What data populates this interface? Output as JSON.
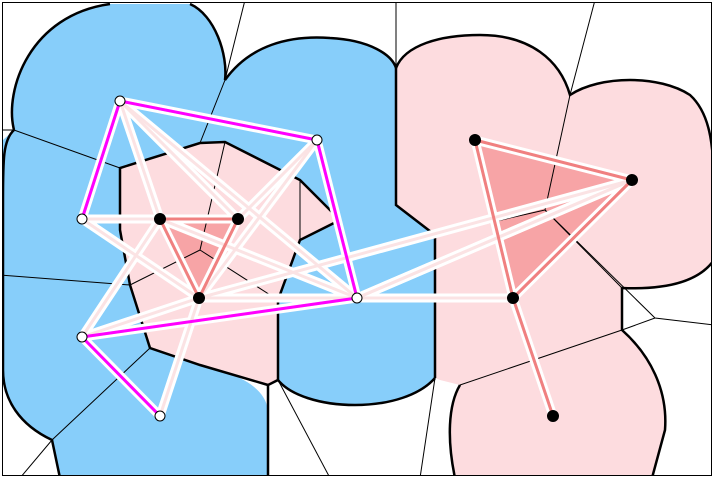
{
  "diagram": {
    "colors": {
      "background": "#ffffff",
      "blue_region": "#87cefa",
      "pink_region": "#fddcdf",
      "triangle_fill": "#f7a4a6",
      "region_outline": "#000000",
      "voronoi_edge": "#000000",
      "mst_path": "#ff00ff",
      "edge_casing": "#ffffff",
      "edge_core": "#fbe3e4",
      "pink_edge": "#f08080",
      "filled_vertex": "#000000",
      "hollow_vertex": "#ffffff"
    },
    "vertices": [
      {
        "id": "h1",
        "kind": "hollow"
      },
      {
        "id": "h2",
        "kind": "hollow"
      },
      {
        "id": "h3",
        "kind": "hollow"
      },
      {
        "id": "h4",
        "kind": "hollow"
      },
      {
        "id": "h5",
        "kind": "hollow"
      },
      {
        "id": "h6",
        "kind": "hollow"
      },
      {
        "id": "f1",
        "kind": "filled"
      },
      {
        "id": "f2",
        "kind": "filled"
      },
      {
        "id": "f3",
        "kind": "filled"
      },
      {
        "id": "f4",
        "kind": "filled"
      },
      {
        "id": "f5",
        "kind": "filled"
      },
      {
        "id": "f6",
        "kind": "filled"
      },
      {
        "id": "f7",
        "kind": "filled"
      }
    ],
    "edges": [
      {
        "from": "h1",
        "to": "h2",
        "style": "mst"
      },
      {
        "from": "h1",
        "to": "h5",
        "style": "mst"
      },
      {
        "from": "h2",
        "to": "h3",
        "style": "mst"
      },
      {
        "from": "h3",
        "to": "h4",
        "style": "mst"
      },
      {
        "from": "h4",
        "to": "h6",
        "style": "mst"
      },
      {
        "from": "h1",
        "to": "h3",
        "style": "casing"
      },
      {
        "from": "h1",
        "to": "f1",
        "style": "casing"
      },
      {
        "from": "h1",
        "to": "f2",
        "style": "casing"
      },
      {
        "from": "h2",
        "to": "f2",
        "style": "casing"
      },
      {
        "from": "h2",
        "to": "f3",
        "style": "casing"
      },
      {
        "from": "h3",
        "to": "f5",
        "style": "casing"
      },
      {
        "from": "h3",
        "to": "f3",
        "style": "casing"
      },
      {
        "from": "h4",
        "to": "f1",
        "style": "casing"
      },
      {
        "from": "h5",
        "to": "f1",
        "style": "casing"
      },
      {
        "from": "h4",
        "to": "f3",
        "style": "casing"
      },
      {
        "from": "h6",
        "to": "f3",
        "style": "casing"
      },
      {
        "from": "h5",
        "to": "f3",
        "style": "casing"
      },
      {
        "from": "f1",
        "to": "h3",
        "style": "casing"
      },
      {
        "from": "f3",
        "to": "h3",
        "style": "casing"
      },
      {
        "from": "f3",
        "to": "f5",
        "style": "casing"
      },
      {
        "from": "h3",
        "to": "f6",
        "style": "casing"
      },
      {
        "from": "f5",
        "to": "h3",
        "style": "casing"
      },
      {
        "from": "f1",
        "to": "f2",
        "style": "pink"
      },
      {
        "from": "f2",
        "to": "f3",
        "style": "pink"
      },
      {
        "from": "f1",
        "to": "f3",
        "style": "pink"
      },
      {
        "from": "f4",
        "to": "f5",
        "style": "pink"
      },
      {
        "from": "f5",
        "to": "f6",
        "style": "pink"
      },
      {
        "from": "f4",
        "to": "f6",
        "style": "pink"
      },
      {
        "from": "f6",
        "to": "f7",
        "style": "pink"
      }
    ]
  }
}
